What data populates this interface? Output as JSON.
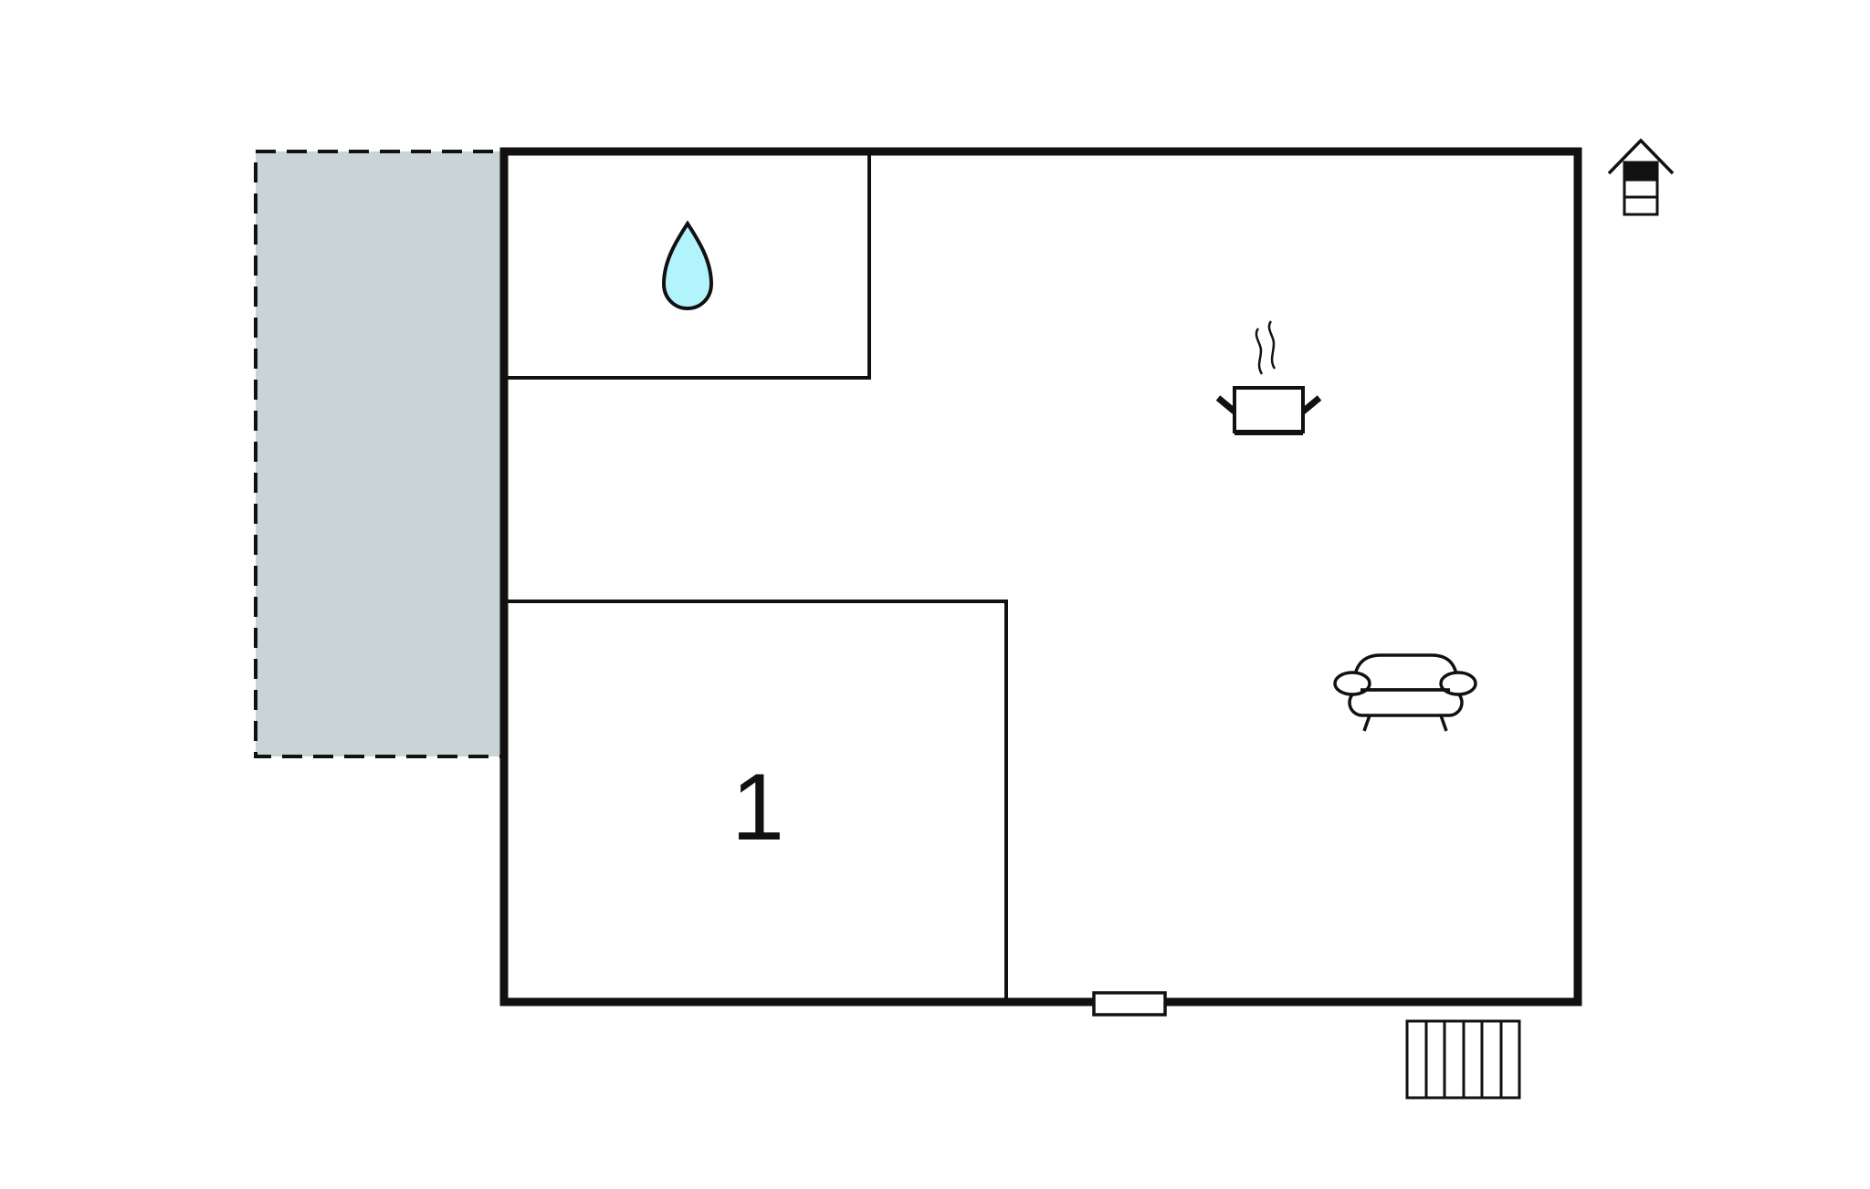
{
  "floor_plan": {
    "level_icon": "house-floor-level-icon",
    "rooms": [
      {
        "id": "bathroom",
        "icon": "water-drop-icon"
      },
      {
        "id": "kitchen-living",
        "icons": [
          "cooking-pot-icon",
          "sofa-icon"
        ]
      },
      {
        "id": "bedroom",
        "label": "1"
      }
    ],
    "terrace": {
      "icon": "none",
      "style": "dashed-outline"
    },
    "entrance": {
      "icon": "door-icon"
    },
    "stairs": {
      "icon": "stairs-icon"
    }
  },
  "colors": {
    "walls": "#111111",
    "terrace_fill": "#c8d4d6",
    "water_drop": "#b2f4fb",
    "background": "#ffffff"
  }
}
